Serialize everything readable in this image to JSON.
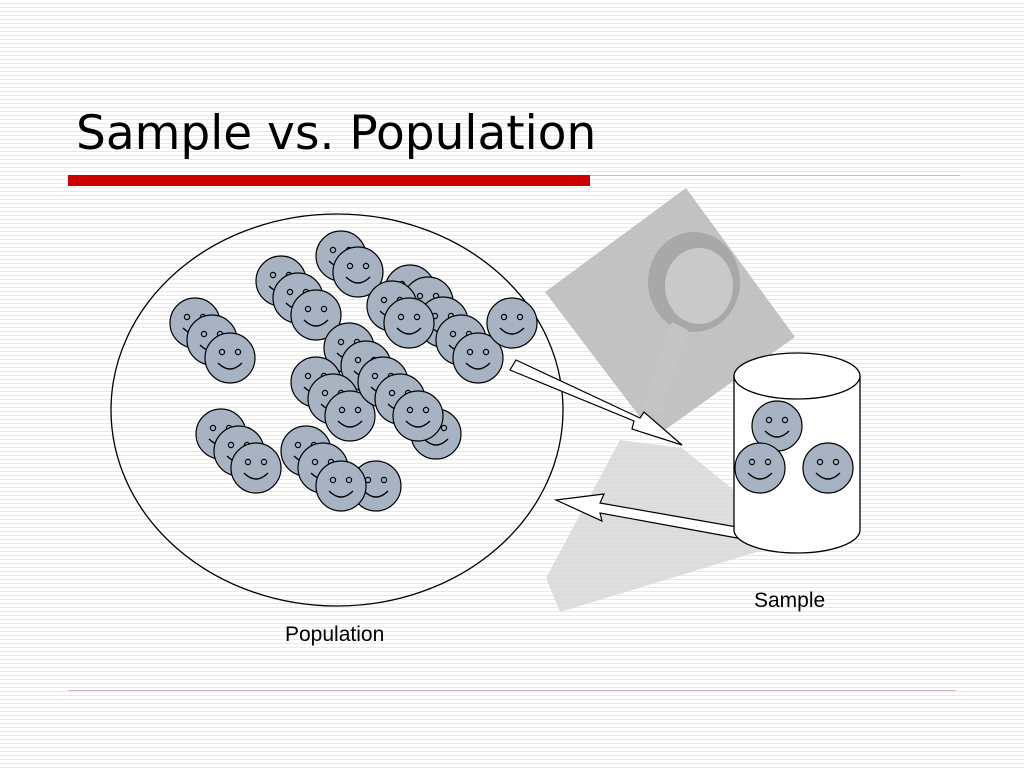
{
  "slide": {
    "title": "Sample vs. Population"
  },
  "labels": {
    "population": "Population",
    "sample": "Sample"
  },
  "colors": {
    "accent_rule": "#cc0000",
    "thin_rule": "#d8b8b8",
    "face_fill": "#a7b3c3",
    "outline": "#000000",
    "magnifier_shadow": "#b8b8b8",
    "beam_shadow": "#d6d6d6"
  },
  "icons": [
    "smiley-face-icon",
    "magnifying-glass-icon",
    "arrow-icon",
    "cylinder-jar-icon"
  ]
}
